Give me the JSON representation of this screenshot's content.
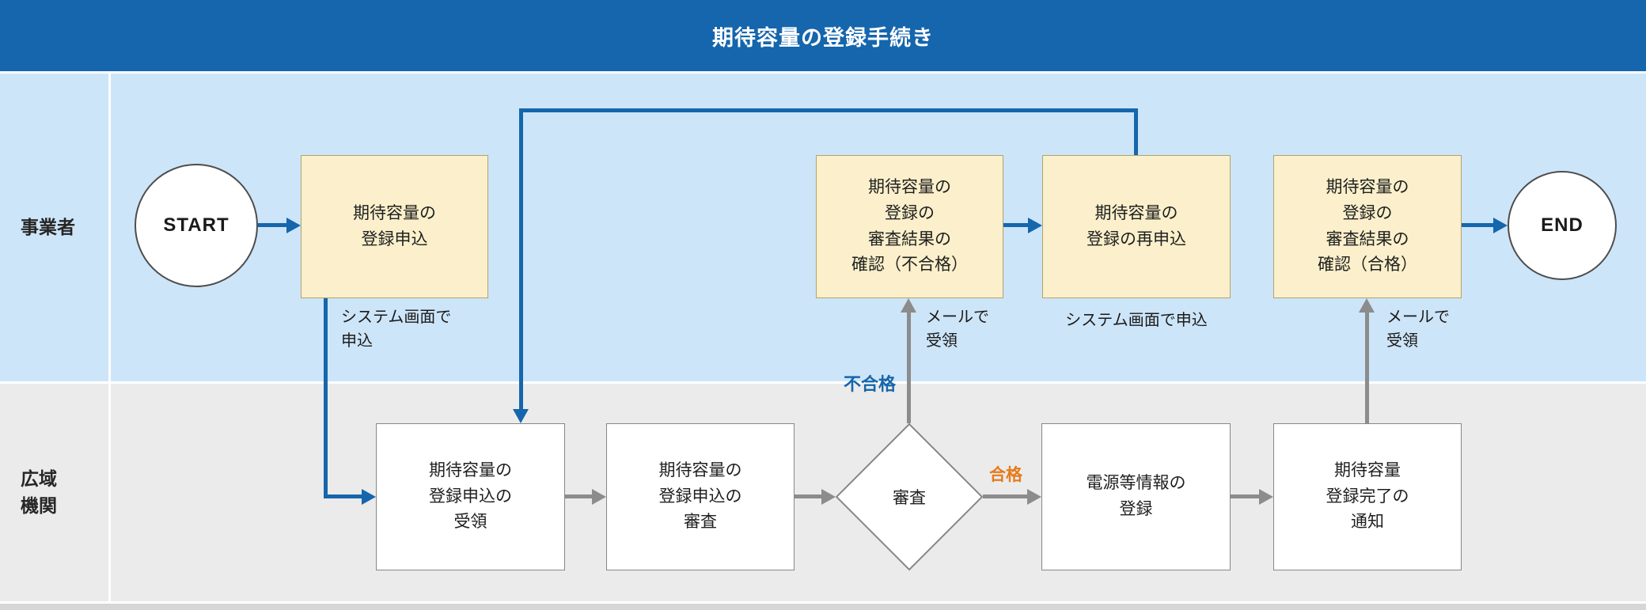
{
  "title": "期待容量の登録手続き",
  "lanes": {
    "operator": "事業者",
    "organization": "広域\n機関"
  },
  "nodes": {
    "start": "START",
    "end": "END",
    "apply": "期待容量の\n登録申込",
    "check_fail": "期待容量の\n登録の\n審査結果の\n確認（不合格）",
    "reapply": "期待容量の\n登録の再申込",
    "check_pass": "期待容量の\n登録の\n審査結果の\n確認（合格）",
    "receive_application": "期待容量の\n登録申込の\n受領",
    "examine_application": "期待容量の\n登録申込の\n審査",
    "decision": "審査",
    "register_power_info": "電源等情報の\n登録",
    "notify_completion": "期待容量\n登録完了の\n通知"
  },
  "captions": {
    "apply_caption": "システム画面で\n申込",
    "reapply_caption": "システム画面で申込",
    "mail_fail": "メールで\n受領",
    "mail_pass": "メールで\n受領"
  },
  "edge_labels": {
    "fail": "不合格",
    "pass": "合格"
  },
  "colors": {
    "header_blue": "#1566ac",
    "lane_operator_bg": "#cde5f8",
    "lane_organization_bg": "#ebebeb",
    "node_yellow_bg": "#fbf0cb",
    "arrow_blue": "#1566ac",
    "arrow_gray": "#8c8c8c",
    "pass_orange": "#e67a1a"
  }
}
